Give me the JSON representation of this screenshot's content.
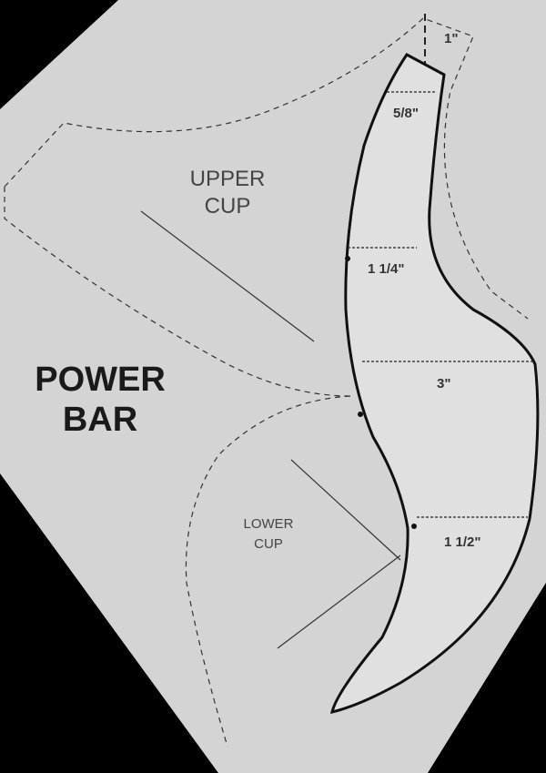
{
  "title": {
    "line1": "POWER",
    "line2": "BAR"
  },
  "pieces": {
    "upper_cup": {
      "line1": "UPPER",
      "line2": "CUP"
    },
    "lower_cup": {
      "line1": "LOWER",
      "line2": "CUP"
    }
  },
  "measurements": {
    "top": "1\"",
    "m1": "5/8\"",
    "m2": "1 1/4\"",
    "m3": "3\"",
    "m4": "1 1/2\""
  },
  "colors": {
    "paper": "#d6d6d6",
    "piece": "#e2e2e2",
    "line": "#111111"
  }
}
